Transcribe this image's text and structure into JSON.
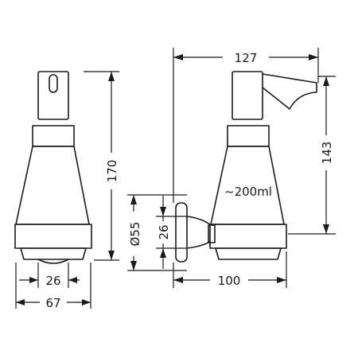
{
  "drawing": {
    "line_color": "#1a1a1a",
    "background": "#ffffff"
  },
  "dimensions": {
    "overall_width": "127",
    "mount_height": "143",
    "overall_height": "170",
    "capacity": "~200ml",
    "mount_diameter": "Ø55",
    "mount_inner": "26",
    "base_inner": "26",
    "base_width": "67",
    "projection": "100"
  }
}
